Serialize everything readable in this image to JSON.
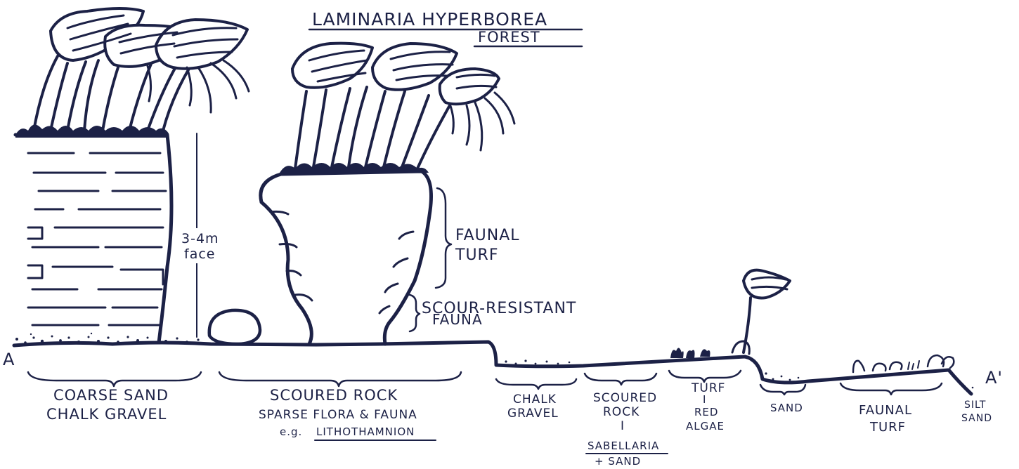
{
  "title": {
    "line1": "LAMINARIA HYPERBOREA",
    "line2": "FOREST"
  },
  "endpoints": {
    "left": "A",
    "right": "A'"
  },
  "annotations": {
    "face_line1": "3-4m",
    "face_line2": "face",
    "faunal_turf_line1": "FAUNAL",
    "faunal_turf_line2": "TURF",
    "scour_line1": "SCOUR-RESISTANT",
    "scour_line2": "FAUNA"
  },
  "zones": [
    {
      "lines": [
        "COARSE SAND",
        "CHALK GRAVEL"
      ]
    },
    {
      "lines": [
        "SCOURED ROCK",
        "SPARSE FLORA & FAUNA"
      ],
      "example_prefix": "e.g.",
      "example": "LITHOTHAMNION"
    },
    {
      "lines": [
        "CHALK",
        "GRAVEL"
      ]
    },
    {
      "lines": [
        "SCOURED",
        "ROCK",
        "I"
      ],
      "sub_lines": [
        "SABELLARIA",
        "+ SAND"
      ]
    },
    {
      "lines": [
        "TURF",
        "I",
        "RED",
        "ALGAE"
      ]
    },
    {
      "lines": [
        "SAND"
      ]
    },
    {
      "lines": [
        "FAUNAL",
        "TURF"
      ]
    },
    {
      "lines": [
        "SILT",
        "SAND"
      ]
    }
  ],
  "colors": {
    "ink": "#1c2146",
    "paper": "#ffffff"
  }
}
